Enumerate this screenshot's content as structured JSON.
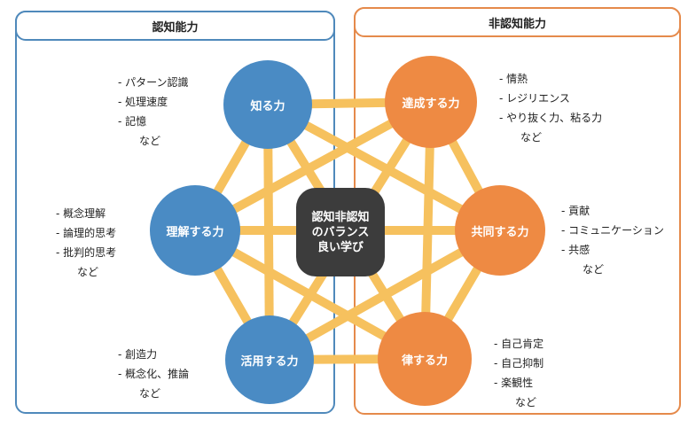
{
  "left_panel": {
    "title": "認知能力"
  },
  "right_panel": {
    "title": "非認知能力"
  },
  "center": {
    "line1": "認知非認知",
    "line2": "のバランス",
    "line3": "良い学び"
  },
  "colors": {
    "blue": "#4a8bc4",
    "orange": "#ee8a43",
    "link": "#f6c15e",
    "center": "#3c3c3c"
  },
  "nodes": {
    "shiru": {
      "label": "知る力"
    },
    "rikai": {
      "label": "理解する力"
    },
    "katsuyo": {
      "label": "活用する力"
    },
    "tassei": {
      "label": "達成する力"
    },
    "kyodo": {
      "label": "共同する力"
    },
    "ritsu": {
      "label": "律する力"
    }
  },
  "lists": {
    "shiru": {
      "items": [
        "パターン認識",
        "処理速度",
        "記憶"
      ],
      "more": "など"
    },
    "rikai": {
      "items": [
        "概念理解",
        "論理的思考",
        "批判的思考"
      ],
      "more": "など"
    },
    "katsuyo": {
      "items": [
        "創造力",
        "概念化、推論"
      ],
      "more": "など"
    },
    "tassei": {
      "items": [
        "情熱",
        "レジリエンス",
        "やり抜く力、粘る力"
      ],
      "more": "など"
    },
    "kyodo": {
      "items": [
        "貢献",
        "コミュニケーション",
        "共感"
      ],
      "more": "など"
    },
    "ritsu": {
      "items": [
        "自己肯定",
        "自己抑制",
        "楽観性"
      ],
      "more": "など"
    }
  }
}
